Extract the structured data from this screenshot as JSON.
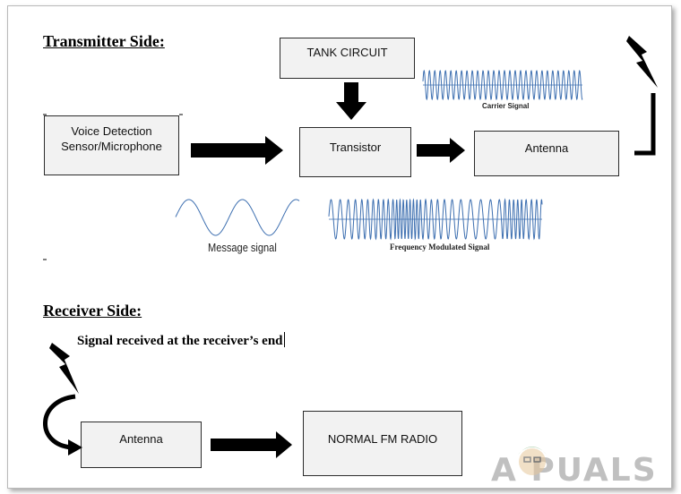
{
  "transmitter": {
    "heading": "Transmitter Side:",
    "tank_circuit": "TANK CIRCUIT",
    "voice_sensor_line1": "Voice Detection",
    "voice_sensor_line2": "Sensor/Microphone",
    "transistor": "Transistor",
    "antenna": "Antenna",
    "carrier_caption": "Carrier Signal",
    "message_caption": "Message signal",
    "fm_caption": "Frequency Modulated Signal"
  },
  "receiver": {
    "heading": "Receiver Side:",
    "received_note": "Signal received at the receiver’s end",
    "antenna": "Antenna",
    "radio": "NORMAL FM RADIO"
  },
  "watermark": {
    "text": "A  PUALS"
  },
  "colors": {
    "wave": "#3d6fb0",
    "box_fill": "#f2f2f2",
    "arrow": "#000000"
  }
}
